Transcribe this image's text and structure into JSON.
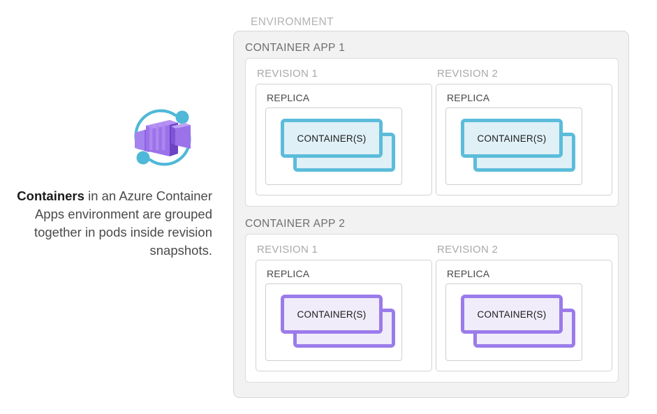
{
  "caption": {
    "bold_lead": "Containers",
    "rest": " in an Azure Container Apps environment are grouped together in pods inside revision snapshots."
  },
  "icon": {
    "name": "azure-container-apps-icon",
    "purple_dark": "#7A4FD0",
    "purple_mid": "#9B6FE0",
    "purple_light": "#B692F0",
    "cyan": "#4FB8D8"
  },
  "colors": {
    "environment_bg": "#F2F2F2",
    "environment_border": "#D6D6D6",
    "app_border": "#DCDCDC",
    "revision_border": "#D2D2D2",
    "pod_border": "#CFCFCF",
    "container_cyan_border": "#5CBCDA",
    "container_cyan_fill": "#DFF0F7",
    "container_purple_border": "#9B7BEA",
    "container_purple_fill": "#F0ECFA",
    "env_label_text": "#B3B3B3",
    "app_label_text": "#6E6E6E",
    "revision_label_text": "#A9A9A9",
    "replica_label_text": "#474747",
    "container_label_text": "#1B1B1B"
  },
  "environment": {
    "label": "ENVIRONMENT",
    "apps": [
      {
        "label": "CONTAINER APP 1",
        "accent": "cyan",
        "revisions": [
          {
            "label": "REVISION 1",
            "replica_label": "REPLICA",
            "container_label": "CONTAINER(S)"
          },
          {
            "label": "REVISION 2",
            "replica_label": "REPLICA",
            "container_label": "CONTAINER(S)"
          }
        ]
      },
      {
        "label": "CONTAINER APP 2",
        "accent": "purple",
        "revisions": [
          {
            "label": "REVISION 1",
            "replica_label": "REPLICA",
            "container_label": "CONTAINER(S)"
          },
          {
            "label": "REVISION 2",
            "replica_label": "REPLICA",
            "container_label": "CONTAINER(S)"
          }
        ]
      }
    ]
  }
}
